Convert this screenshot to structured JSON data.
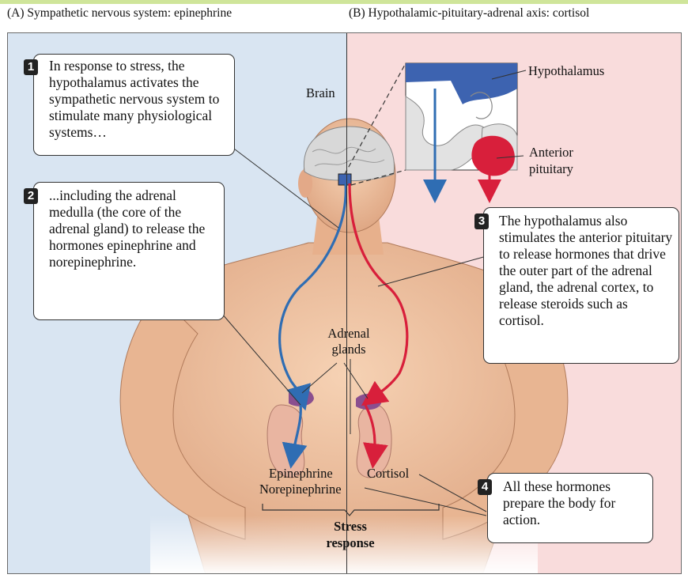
{
  "panels": {
    "a_title": "(A) Sympathetic nervous system: epinephrine",
    "b_title": "(B) Hypothalamic-pituitary-adrenal axis: cortisol"
  },
  "callouts": [
    {
      "num": "1",
      "text": "In response to stress, the hypothalamus activates the sympathetic nervous system to stimulate many physiological systems…"
    },
    {
      "num": "2",
      "text": "...including the adrenal medulla (the core of the adrenal gland) to release the hormones epinephrine and norepinephrine."
    },
    {
      "num": "3",
      "text": "The hypothalamus also stimulates the anterior pituitary to release hormones that drive the outer part of the adrenal gland, the adrenal cortex, to release steroids such as cortisol."
    },
    {
      "num": "4",
      "text": "All these hormones prepare the body for action."
    }
  ],
  "labels": {
    "brain": "Brain",
    "hypothalamus": "Hypothalamus",
    "anterior": "Anterior",
    "pituitary": "pituitary",
    "adrenal": "Adrenal",
    "glands": "glands",
    "epinephrine": "Epinephrine",
    "norepinephrine": "Norepinephrine",
    "cortisol": "Cortisol",
    "stress": "Stress",
    "response": "response"
  },
  "colors": {
    "blue_bg": "#d9e5f2",
    "pink_bg": "#f9dcdc",
    "blue_arrow": "#2f6db3",
    "red_arrow": "#d81f3b",
    "skin": "#efc3a0"
  }
}
